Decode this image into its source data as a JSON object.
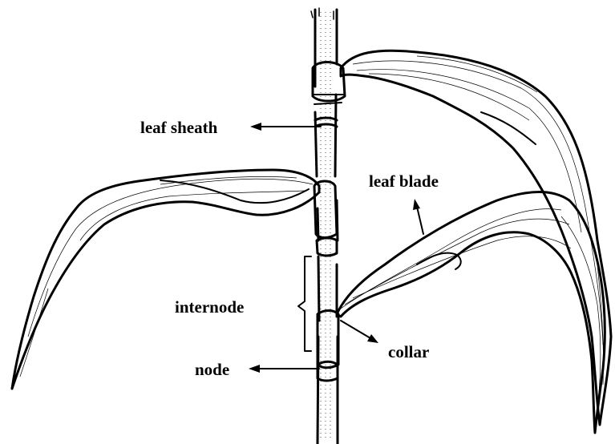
{
  "labels": {
    "leaf_sheath": "leaf sheath",
    "leaf_blade": "leaf blade",
    "internode": "internode",
    "collar": "collar",
    "node": "node"
  },
  "colors": {
    "ink": "#000000",
    "background": "#ffffff"
  }
}
